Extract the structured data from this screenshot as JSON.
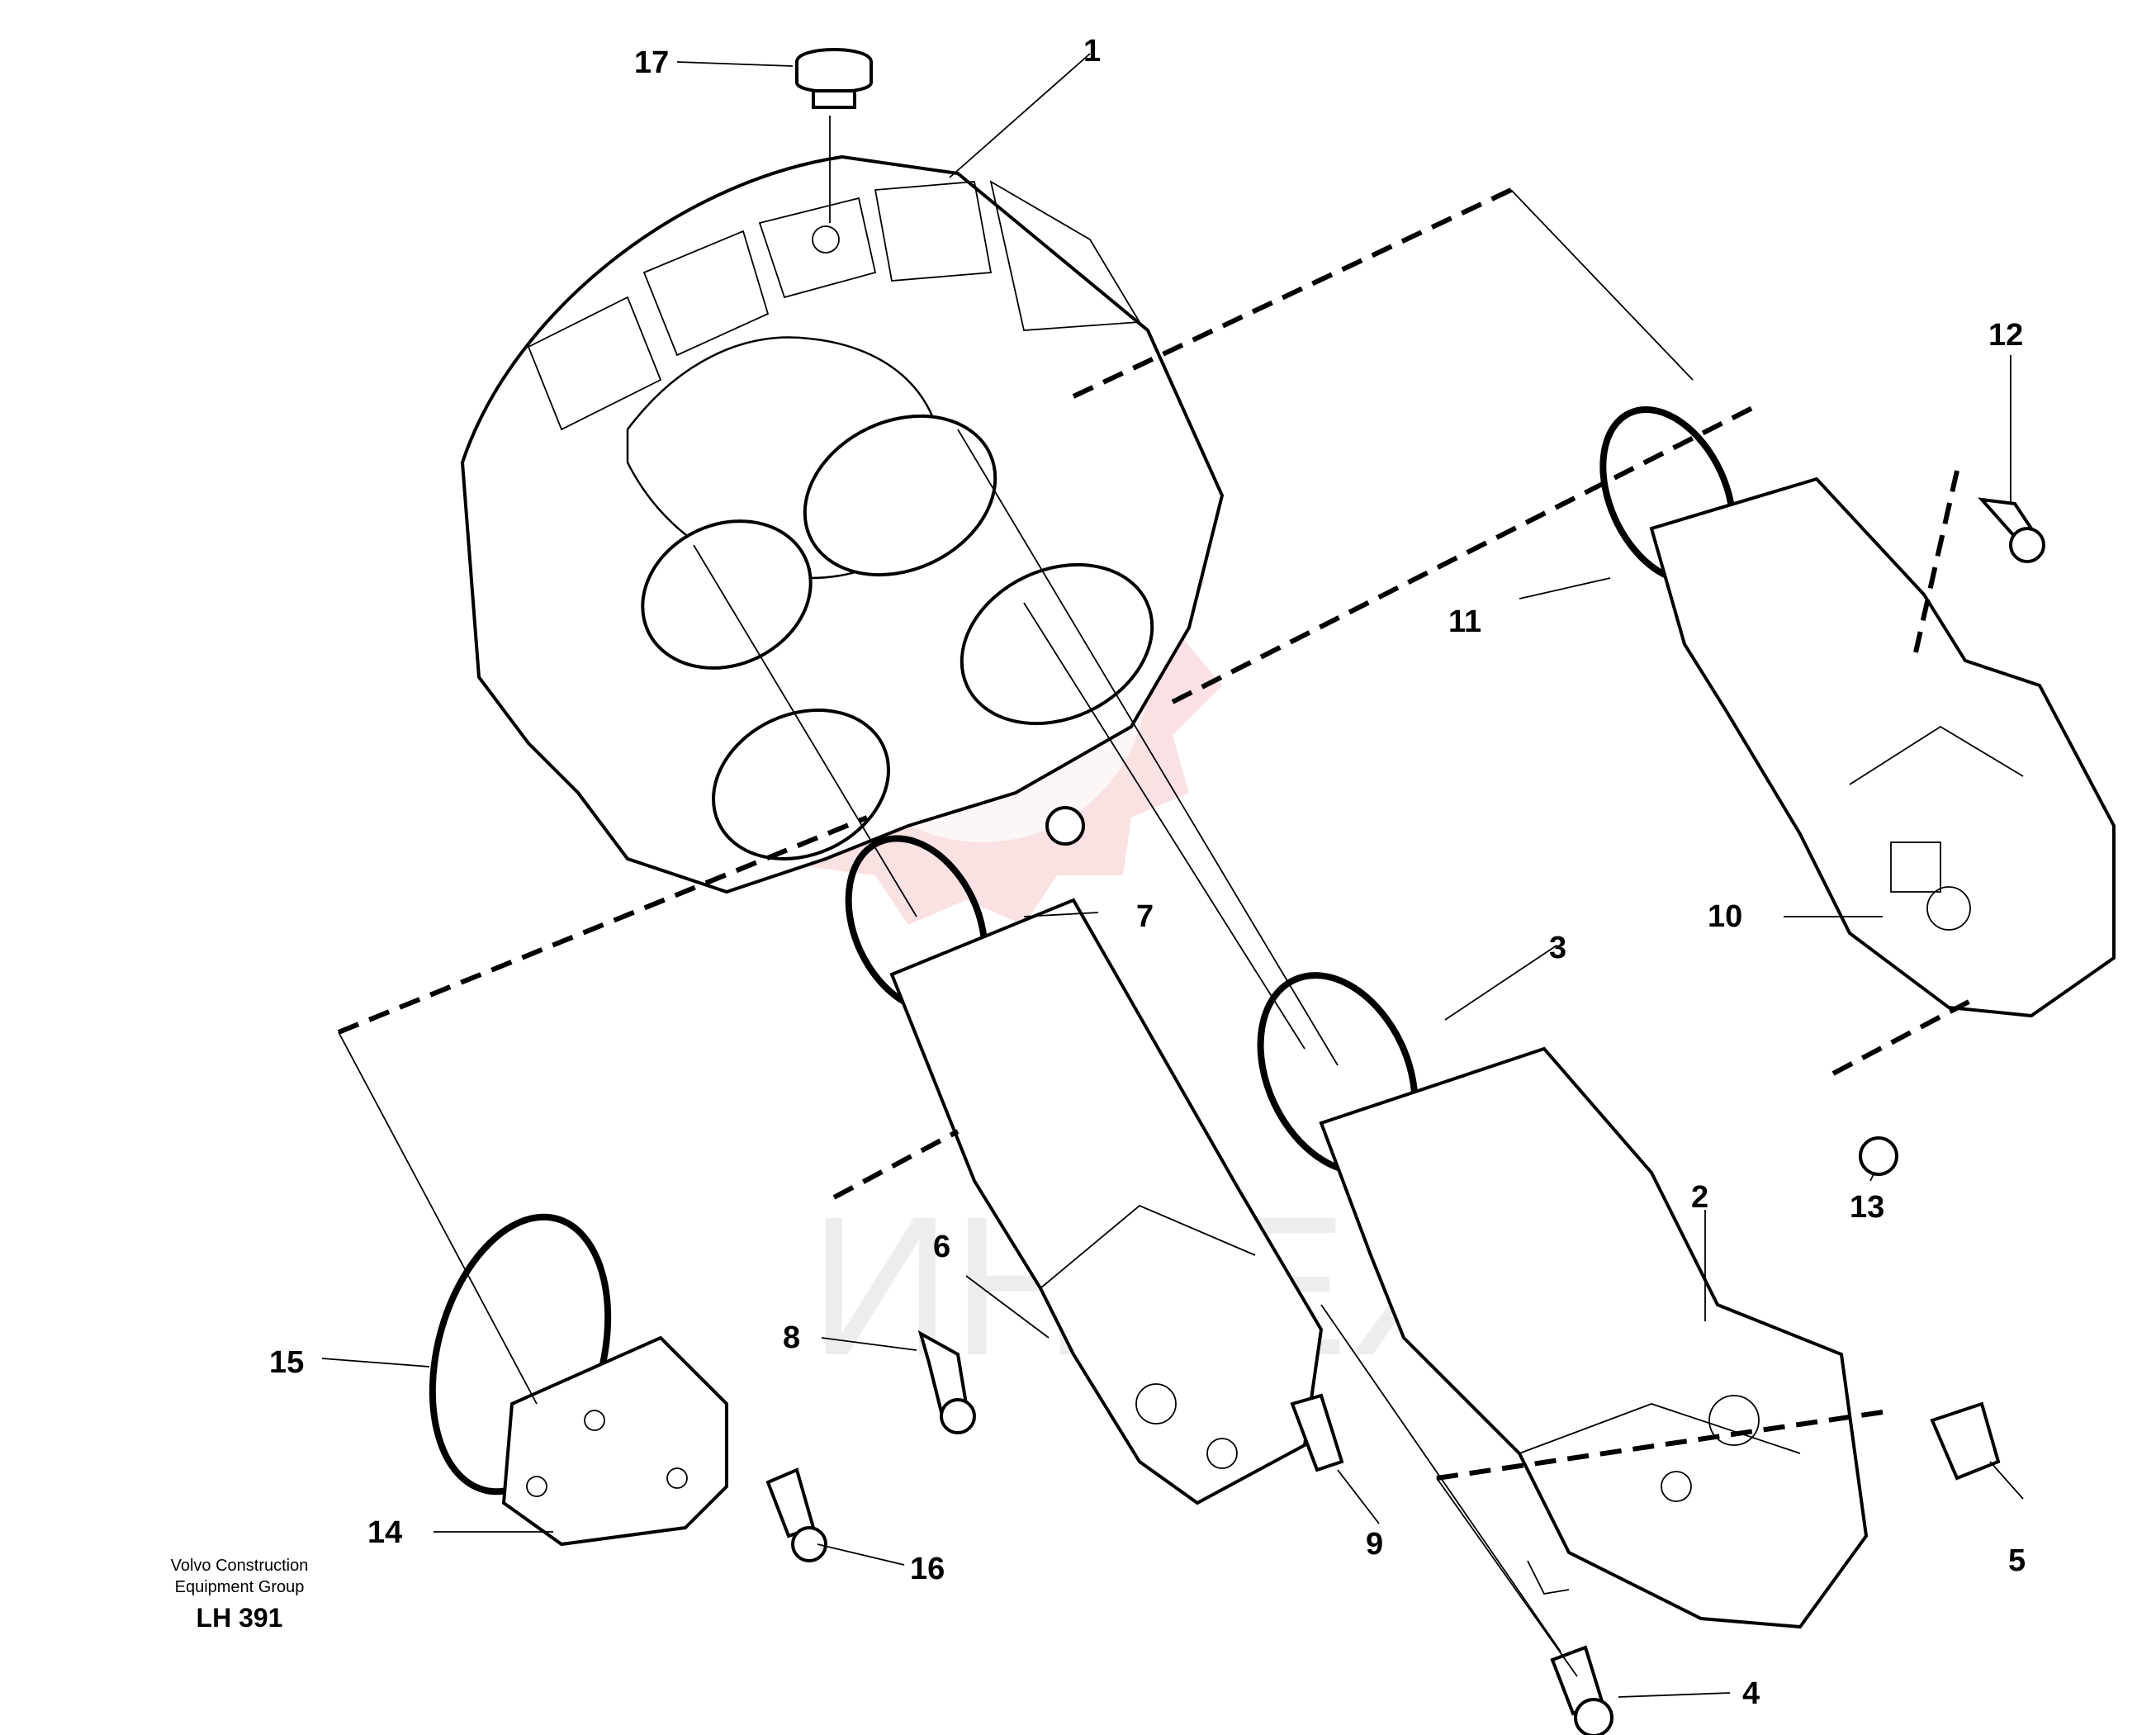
{
  "callouts": [
    {
      "id": "1",
      "label": "1"
    },
    {
      "id": "2",
      "label": "2"
    },
    {
      "id": "3",
      "label": "3"
    },
    {
      "id": "4",
      "label": "4"
    },
    {
      "id": "5",
      "label": "5"
    },
    {
      "id": "6",
      "label": "6"
    },
    {
      "id": "7",
      "label": "7"
    },
    {
      "id": "8",
      "label": "8"
    },
    {
      "id": "9",
      "label": "9"
    },
    {
      "id": "10",
      "label": "10"
    },
    {
      "id": "11",
      "label": "11"
    },
    {
      "id": "12",
      "label": "12"
    },
    {
      "id": "13",
      "label": "13"
    },
    {
      "id": "14",
      "label": "14"
    },
    {
      "id": "15",
      "label": "15"
    },
    {
      "id": "16",
      "label": "16"
    },
    {
      "id": "17",
      "label": "17"
    }
  ],
  "caption": {
    "line1": "Volvo Construction",
    "line2": "Equipment Group",
    "code": "LH 391"
  },
  "watermark": {
    "text": "ИНТЕХ",
    "color": "#f4b8bc"
  },
  "icons": [
    "gear-logo-watermark-icon"
  ]
}
